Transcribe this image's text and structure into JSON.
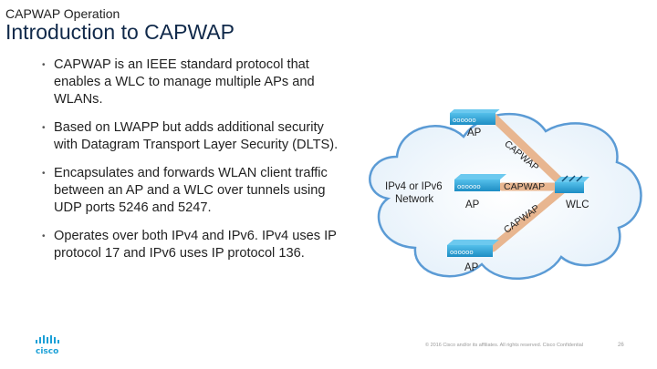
{
  "header": {
    "eyebrow": "CAPWAP Operation",
    "title": "Introduction to CAPWAP"
  },
  "bullets": [
    "CAPWAP is an IEEE standard protocol that enables a WLC to manage multiple APs and WLANs.",
    "Based on LWAPP but adds additional security with Datagram Transport Layer Security (DLTS).",
    "Encapsulates and forwards WLAN client traffic between an AP and a WLC over tunnels using UDP ports 5246 and 5247.",
    "Operates over both IPv4 and IPv6. IPv4 uses IP protocol 17 and IPv6 uses IP protocol 136."
  ],
  "diagram": {
    "cloud_label_line1": "IPv4 or IPv6",
    "cloud_label_line2": "Network",
    "ap_top": "AP",
    "ap_middle": "AP",
    "ap_bottom": "AP",
    "wlc": "WLC",
    "tunnel_top": "CAPWAP",
    "tunnel_middle": "CAPWAP",
    "tunnel_bottom": "CAPWAP",
    "colors": {
      "cloud_stroke": "#5b9bd5",
      "tunnel": "#e8b690",
      "device": "#1f8fc4"
    }
  },
  "footer": {
    "brand": "cisco",
    "copyright": "© 2016 Cisco and/or its affiliates. All rights reserved. Cisco Confidential",
    "page": "26"
  }
}
